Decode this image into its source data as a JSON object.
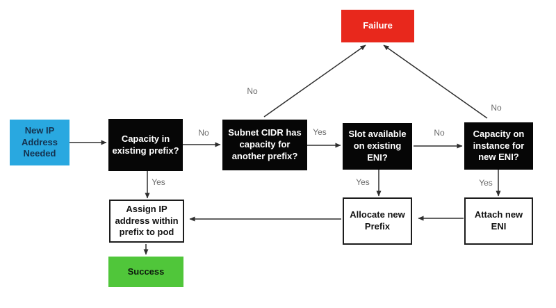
{
  "diagram": {
    "nodes": {
      "start": {
        "label": "New IP\nAddress\nNeeded"
      },
      "capacity_prefix": {
        "label": "Capacity in\nexisting prefix?"
      },
      "subnet_cidr": {
        "label": "Subnet CIDR has\ncapacity for\nanother prefix?"
      },
      "slot_eni": {
        "label": "Slot available\non existing\nENI?"
      },
      "capacity_eni": {
        "label": "Capacity on\ninstance for\nnew ENI?"
      },
      "failure": {
        "label": "Failure"
      },
      "assign_ip": {
        "label": "Assign IP\naddress within\nprefix to pod"
      },
      "allocate_prefix": {
        "label": "Allocate new\nPrefix"
      },
      "attach_eni": {
        "label": "Attach new\nENI"
      },
      "success": {
        "label": "Success"
      }
    },
    "edge_labels": {
      "yes": "Yes",
      "no": "No"
    },
    "colors": {
      "start_fill": "#29a8e0",
      "start_text": "#14324f",
      "decision_fill": "#060606",
      "decision_text": "#ffffff",
      "failure_fill": "#e8281c",
      "failure_text": "#ffffff",
      "success_fill": "#50c63a",
      "action_fill": "#ffffff",
      "action_border": "#1c1c1c",
      "action_text": "#111111",
      "arrow_stroke": "#2e2e2e",
      "edge_label_text": "#6b6b6b",
      "background": "#ffffff"
    }
  }
}
